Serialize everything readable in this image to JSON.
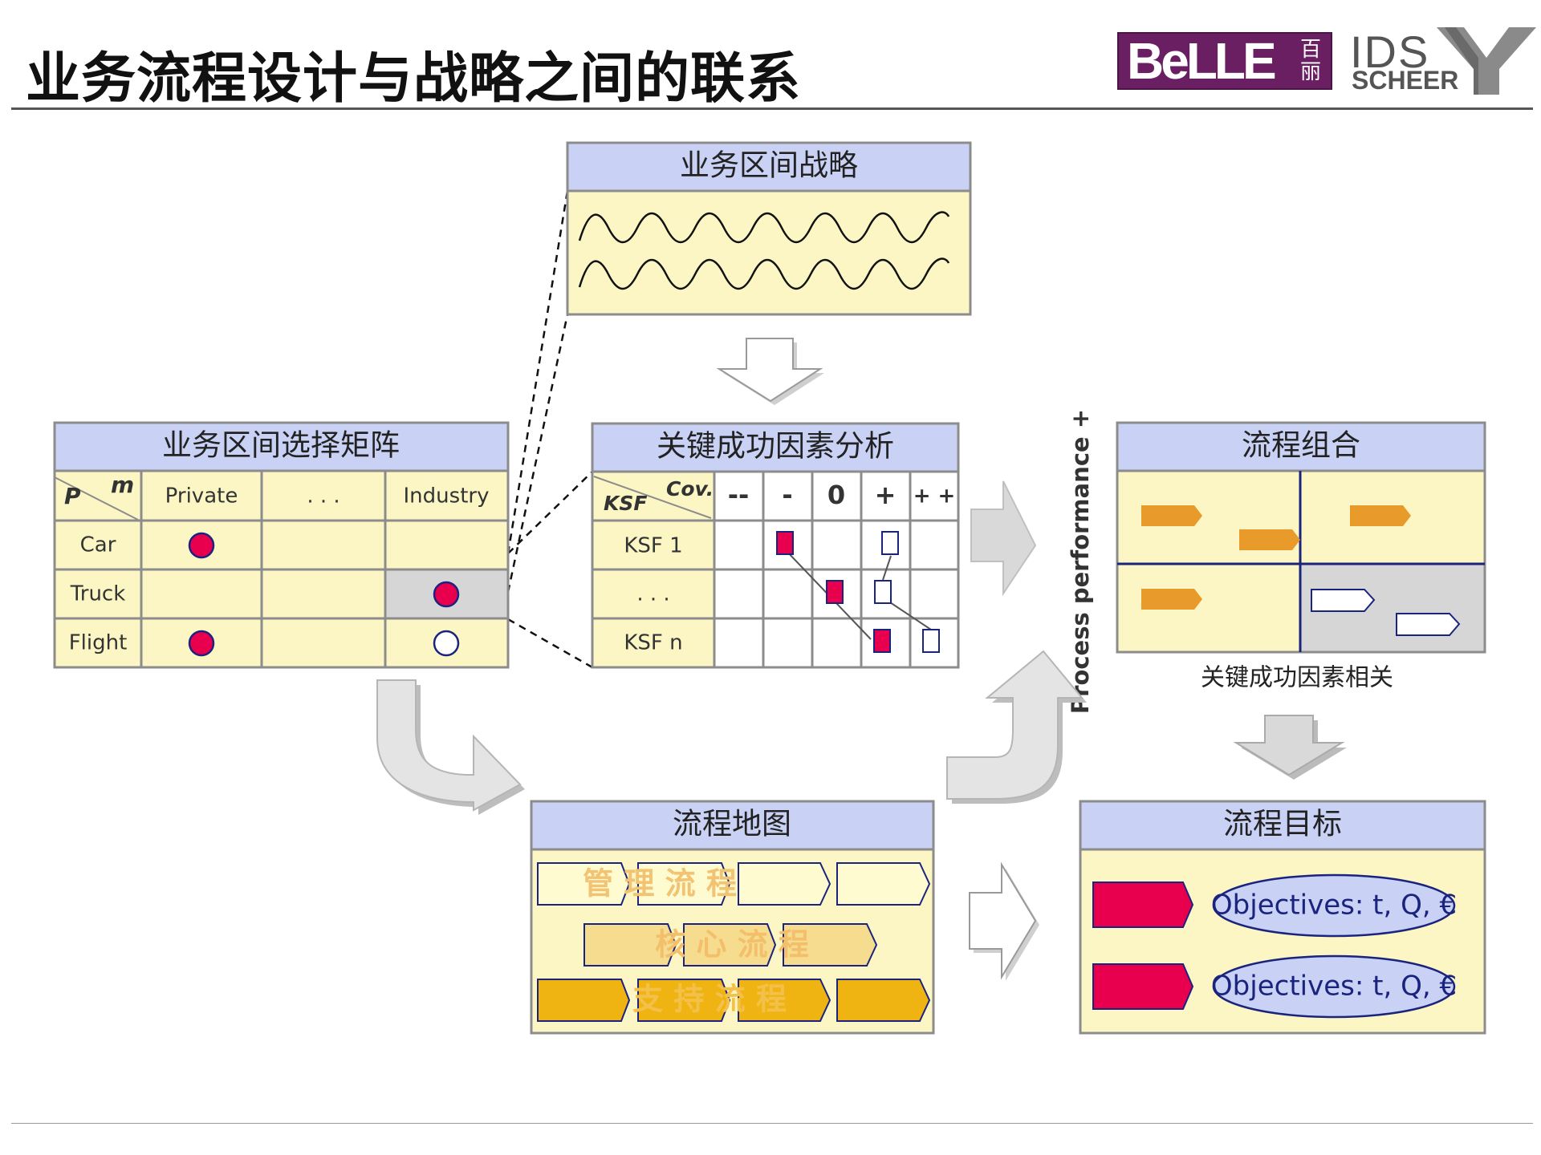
{
  "page_title": "业务流程设计与战略之间的联系",
  "logos": {
    "belle": "BeLLE",
    "belle_cn": "百丽",
    "ids": "IDS",
    "scheer": "SCHEER"
  },
  "strategy_box": {
    "title": "业务区间战略"
  },
  "matrix": {
    "title": "业务区间选择矩阵",
    "corner_row": "P",
    "corner_col": "m",
    "columns": [
      "Private",
      ". . .",
      "Industry"
    ],
    "rows": [
      "Car",
      "Truck",
      "Flight"
    ]
  },
  "ksf": {
    "title": "关键成功因素分析",
    "corner_row": "KSF",
    "corner_col": "Cov.",
    "columns": [
      "--",
      "-",
      "0",
      "+",
      "+ +"
    ],
    "rows": [
      "KSF 1",
      ". . .",
      "KSF n"
    ]
  },
  "portfolio": {
    "title": "流程组合",
    "y_axis_label": "Process performance +",
    "caption": "关键成功因素相关"
  },
  "process_map": {
    "title": "流程地图",
    "layers": [
      "管 理 流 程",
      "核 心 流 程",
      "支 持 流 程"
    ]
  },
  "process_goals": {
    "title": "流程目标",
    "objectives": [
      "Objectives: t, Q, €",
      "Objectives: t, Q, €"
    ]
  },
  "colors": {
    "header": "#c9d2f5",
    "body": "#fbf6c3",
    "red_marker": "#e8004f",
    "orange": "#e89a2a",
    "navy": "#1a237e",
    "gray_arrow": "#dcdcdc"
  }
}
